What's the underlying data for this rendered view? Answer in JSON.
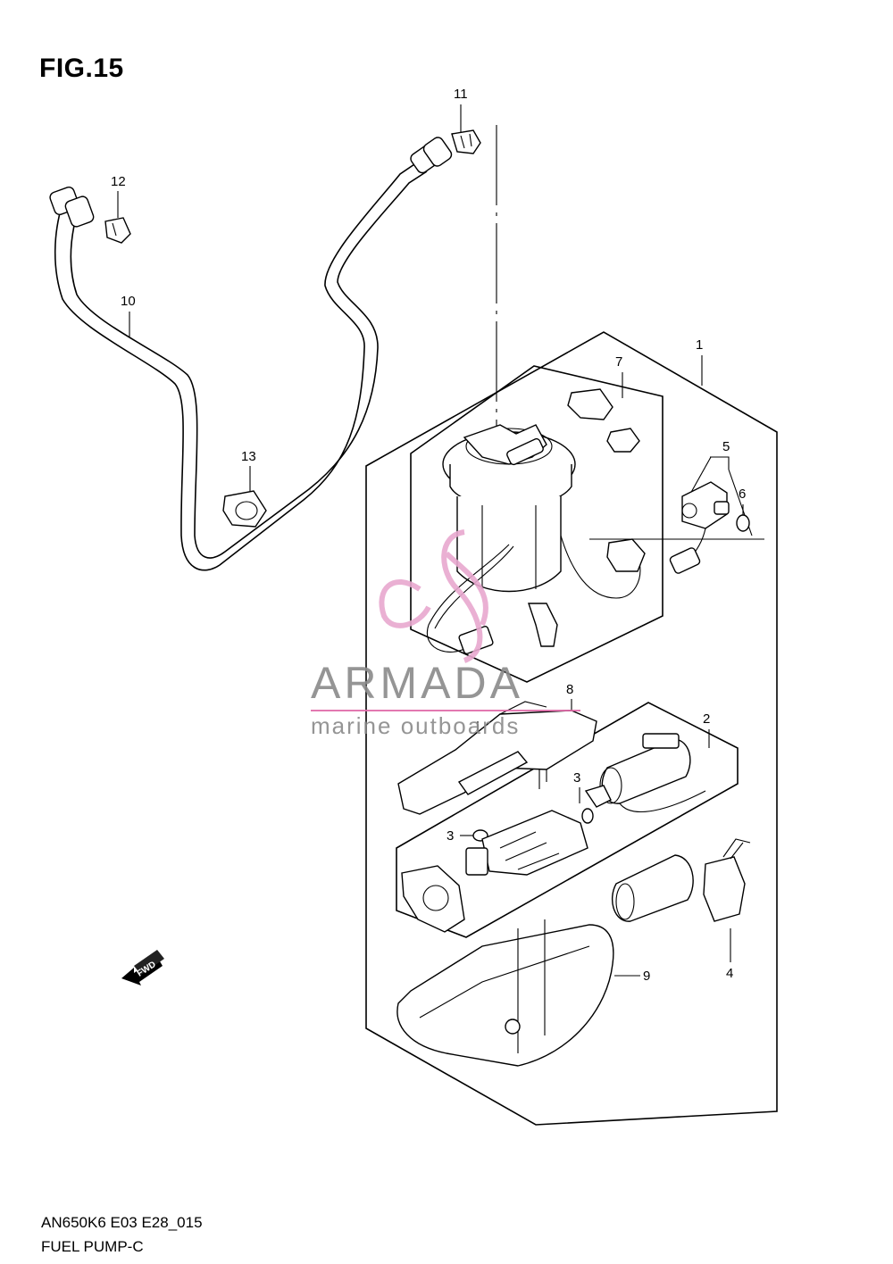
{
  "figure": {
    "title": "FIG.15",
    "code": "AN650K6 E03 E28_015",
    "name": "FUEL PUMP-C"
  },
  "callouts": [
    "1",
    "2",
    "3",
    "3",
    "4",
    "5",
    "6",
    "7",
    "8",
    "9",
    "10",
    "11",
    "12",
    "13"
  ],
  "direction_arrow_label": "FWD",
  "watermark": {
    "brand": "ARMADA",
    "tagline": "marine outboards",
    "logo_color": "#e8a8cf",
    "text_color": "#8a8a8a",
    "line_color": "#e06aa8"
  }
}
